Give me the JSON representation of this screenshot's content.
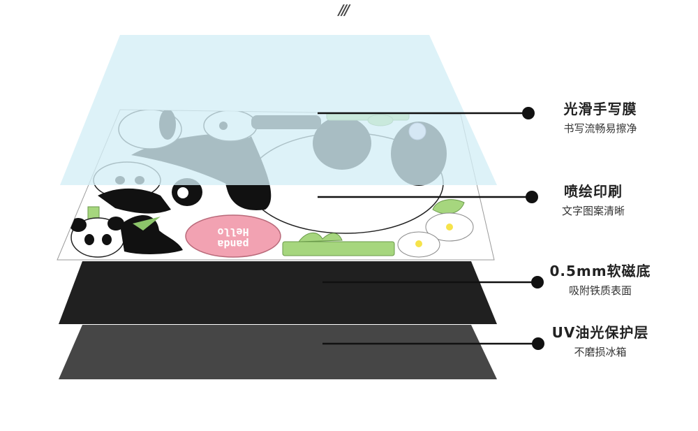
{
  "decoration": "///",
  "layers": [
    {
      "title": "光滑手写膜",
      "subtitle": "书写流畅易擦净"
    },
    {
      "title": "喷绘印刷",
      "subtitle": "文字图案清晰"
    },
    {
      "title": "0.5mm软磁底",
      "subtitle": "吸附铁质表面"
    },
    {
      "title": "UV油光保护层",
      "subtitle": "不磨损冰箱"
    }
  ],
  "print_art": {
    "badge_line1": "Hello",
    "badge_line2": "panda"
  },
  "colors": {
    "film": "#d3eef6",
    "magnet": "#202020",
    "uv_layer": "#464646",
    "panda_black": "#111111",
    "bamboo": "#a6d67e",
    "badge_pink": "#f2a2b2",
    "flower_center": "#f6e34a",
    "pointer": "#111111"
  }
}
